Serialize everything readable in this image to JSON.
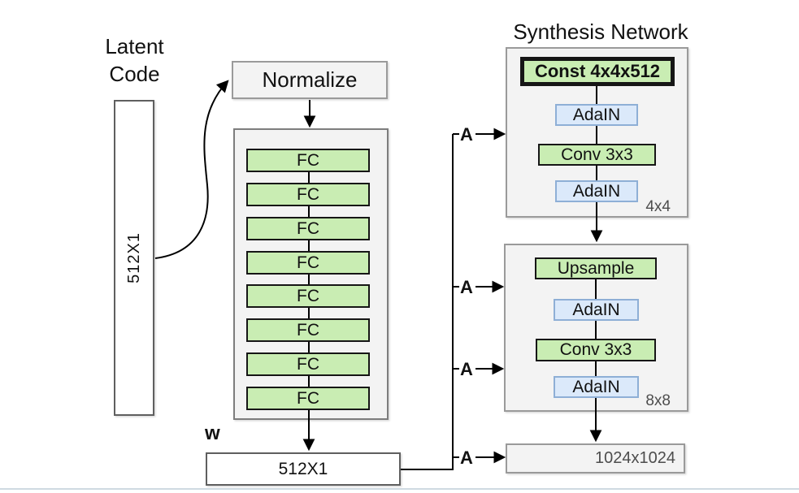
{
  "left_panel": {
    "title_line1": "Latent",
    "title_line2": "Code",
    "latent_vector_label": "512X1"
  },
  "mapping_network": {
    "normalize_label": "Normalize",
    "fc_labels": [
      "FC",
      "FC",
      "FC",
      "FC",
      "FC",
      "FC",
      "FC",
      "FC"
    ],
    "w_label": "w",
    "w_vector_label": "512X1"
  },
  "synthesis_network": {
    "title": "Synthesis Network",
    "block_4x4": {
      "const_label": "Const 4x4x512",
      "adain_top_label": "AdaIN",
      "conv_label": "Conv 3x3",
      "adain_bottom_label": "AdaIN",
      "resolution_label": "4x4"
    },
    "block_8x8": {
      "upsample_label": "Upsample",
      "adain_top_label": "AdaIN",
      "conv_label": "Conv 3x3",
      "adain_bottom_label": "AdaIN",
      "resolution_label": "8x8"
    },
    "output_label": "1024x1024"
  },
  "style_inputs": {
    "a_labels": [
      "A",
      "A",
      "A",
      "A"
    ]
  },
  "colors": {
    "layer_green": "#c9edb3",
    "layer_blue_fill": "#dbe9fa",
    "layer_blue_border": "#8eafd6",
    "container_fill": "#f3f3f3",
    "container_border": "#9a9a9a",
    "arrow_black": "#000000",
    "muted_text": "#4d4d4d",
    "bottom_edge": "#cfdae2"
  }
}
